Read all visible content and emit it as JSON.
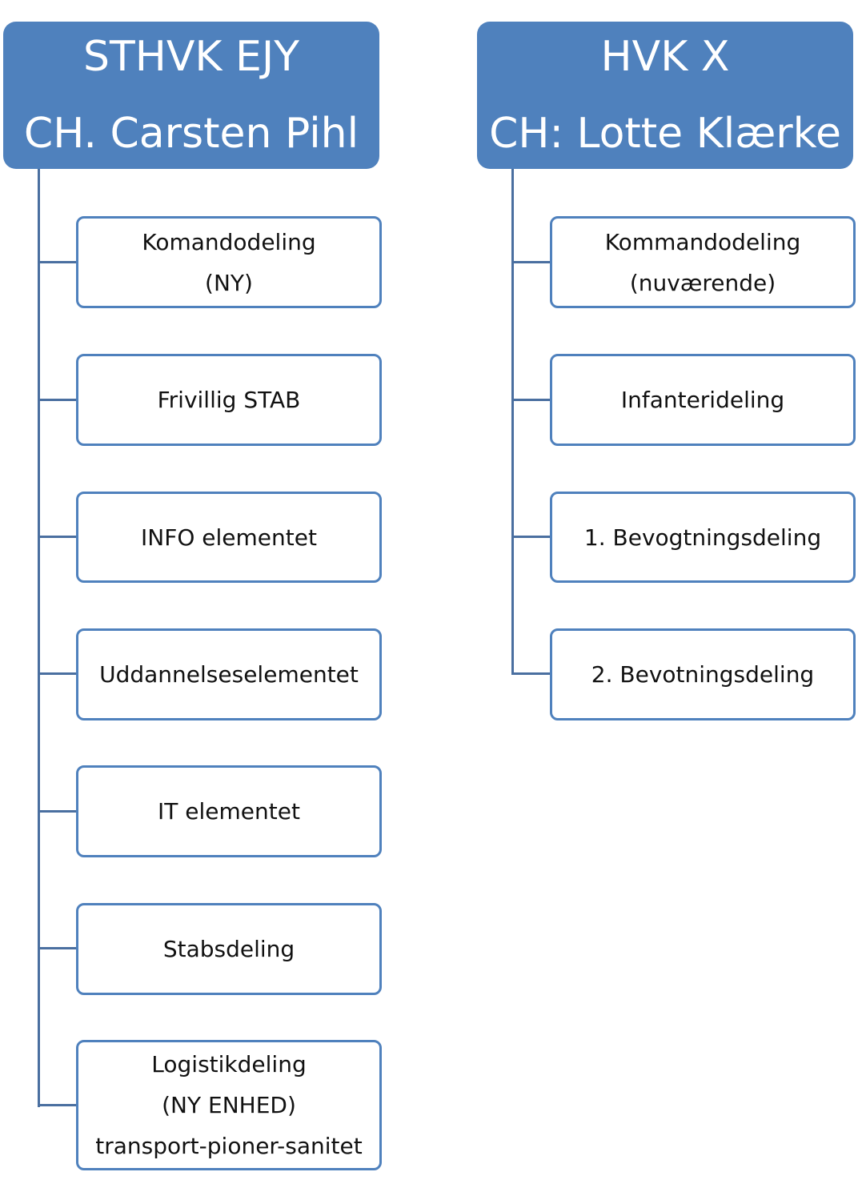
{
  "colors": {
    "header_fill": "#4f81bd",
    "header_text": "#ffffff",
    "box_border": "#4f81bd",
    "box_fill": "#ffffff",
    "connector": "#4a6fa0",
    "text": "#111111"
  },
  "left": {
    "header": {
      "line1": "STHVK EJY",
      "line2": "CH. Carsten Pihl"
    },
    "units": [
      {
        "lines": [
          "Komandodeling",
          "(NY)"
        ]
      },
      {
        "lines": [
          "Frivillig STAB"
        ]
      },
      {
        "lines": [
          "INFO elementet"
        ]
      },
      {
        "lines": [
          "Uddannelseselementet"
        ]
      },
      {
        "lines": [
          "IT elementet"
        ]
      },
      {
        "lines": [
          "Stabsdeling"
        ]
      },
      {
        "lines": [
          "Logistikdeling",
          "(NY ENHED)",
          "transport-pioner-sanitet"
        ]
      }
    ]
  },
  "right": {
    "header": {
      "line1": "HVK X",
      "line2": "CH: Lotte Klærke"
    },
    "units": [
      {
        "lines": [
          "Kommandodeling",
          "(nuværende)"
        ]
      },
      {
        "lines": [
          "Infanterideling"
        ]
      },
      {
        "lines": [
          "1. Bevogtningsdeling"
        ]
      },
      {
        "lines": [
          "2. Bevotningsdeling"
        ]
      }
    ]
  }
}
